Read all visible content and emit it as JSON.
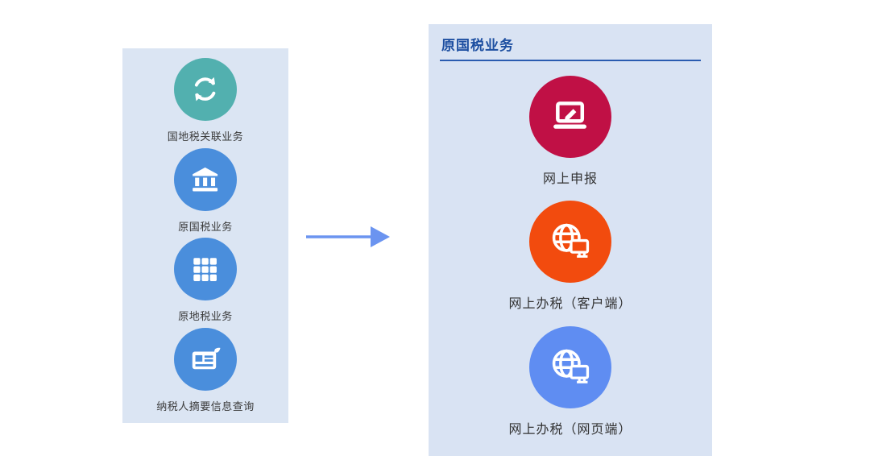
{
  "left_panel": {
    "background": "#dbe5f3",
    "items": [
      {
        "label": "国地税关联业务",
        "icon": "sync-icon",
        "circle_color": "#52b0af"
      },
      {
        "label": "原国税业务",
        "icon": "bank-icon",
        "circle_color": "#4a8edc"
      },
      {
        "label": "原地税业务",
        "icon": "grid-icon",
        "circle_color": "#4a8edc"
      },
      {
        "label": "纳税人摘要信息查询",
        "icon": "id-card-icon",
        "circle_color": "#4a8edc"
      }
    ]
  },
  "arrow": {
    "icon": "right-arrow-icon",
    "color": "#6b94f0"
  },
  "right_panel": {
    "title": "原国税业务",
    "title_color": "#1d4fa1",
    "underline_color": "#2b5cb0",
    "background": "#d9e3f3",
    "items": [
      {
        "label": "网上申报",
        "icon": "laptop-pencil-icon",
        "circle_color": "#c01045"
      },
      {
        "label": "网上办税（客户端）",
        "icon": "globe-computer-icon",
        "circle_color": "#f24b0e"
      },
      {
        "label": "网上办税（网页端）",
        "icon": "globe-computer-icon",
        "circle_color": "#5f8df2"
      }
    ]
  }
}
